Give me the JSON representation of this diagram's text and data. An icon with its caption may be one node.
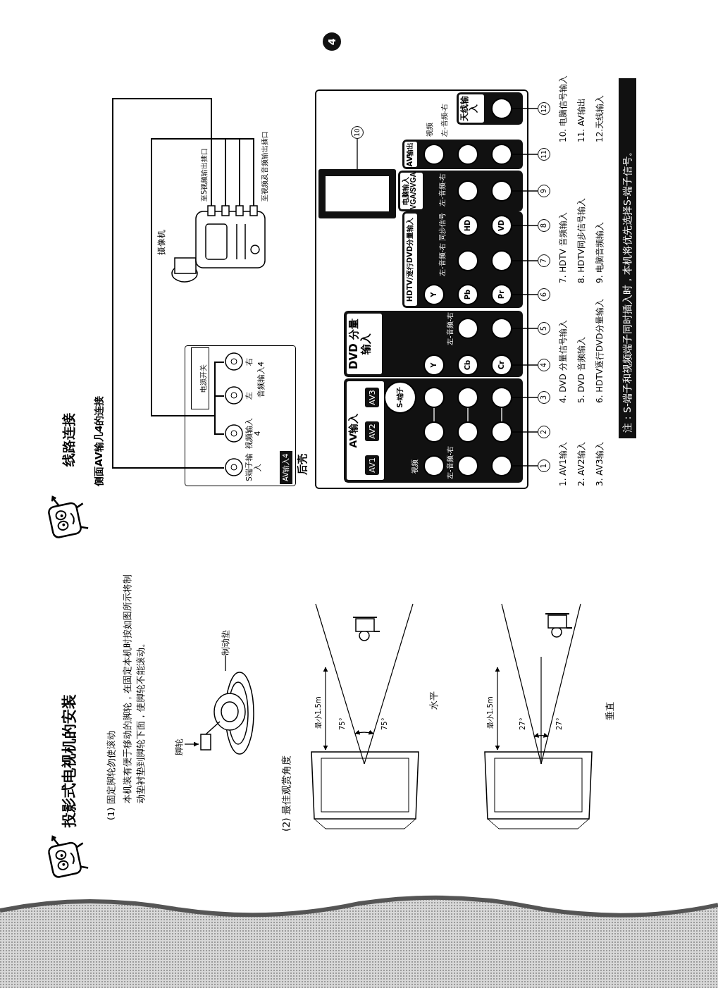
{
  "diagram": {
    "nodes": [
      {
        "text": [],
        "shape": "picture"
      },
      {
        "text": [
          "脚轮"
        ]
      },
      {
        "text": [
          "制动垫"
        ]
      },
      {
        "text": [
          "AV输入4"
        ]
      },
      {
        "text": [
          "S端子输入"
        ],
        "in": 3
      },
      {
        "text": [
          "视频输入4"
        ],
        "in": 3
      },
      {
        "text": [
          "电源开关"
        ],
        "in": 3
      },
      {
        "text": [
          "左"
        ],
        "in": 3
      },
      {
        "text": [
          "右"
        ],
        "in": 3
      },
      {
        "text": [],
        "shape": "picture",
        "beside": [
          "摄像机"
        ]
      },
      {
        "text": [
          "后壳"
        ]
      },
      {
        "text": [
          "AV输入"
        ],
        "in": 10
      },
      {
        "text": [
          "AV1"
        ],
        "in": 11
      },
      {
        "text": [
          "AV2"
        ],
        "in": 11
      },
      {
        "text": [
          "AV3"
        ],
        "in": 11
      },
      {
        "text": [],
        "shape": "circle",
        "in": 11
      },
      {
        "text": [],
        "shape": "circle",
        "in": 11
      },
      {
        "text": [],
        "shape": "circle",
        "in": 11
      },
      {
        "text": [],
        "shape": "circle",
        "in": 11
      },
      {
        "text": [],
        "shape": "circle",
        "in": 11
      },
      {
        "text": [],
        "shape": "circle",
        "in": 11
      },
      {
        "text": [
          "S-端子"
        ],
        "in": 11
      },
      {
        "text": [],
        "shape": "circle",
        "in": 11
      },
      {
        "text": [],
        "shape": "circle",
        "in": 11
      },
      {
        "text": [],
        "shape": "circle",
        "in": 11
      },
      {
        "text": [
          "DVD 分量输入"
        ],
        "in": 10
      },
      {
        "text": [
          "Y"
        ],
        "in": 25
      },
      {
        "text": [
          "Cb"
        ],
        "in": 25
      },
      {
        "text": [
          "Cr"
        ],
        "in": 25
      },
      {
        "text": [],
        "shape": "circle",
        "in": 25
      },
      {
        "text": [],
        "shape": "circle",
        "in": 25
      },
      {
        "text": [
          "HDTV/逐行DVD分量输入"
        ],
        "in": 10
      },
      {
        "text": [
          "Y"
        ],
        "in": 31
      },
      {
        "text": [
          "Pb"
        ],
        "in": 31
      },
      {
        "text": [
          "Pr"
        ],
        "in": 31
      },
      {
        "text": [],
        "shape": "circle",
        "in": 31
      },
      {
        "text": [],
        "shape": "circle",
        "in": 31
      },
      {
        "text": [
          "HD"
        ],
        "in": 31
      },
      {
        "text": [
          "VD"
        ],
        "in": 31
      },
      {
        "text": [
          "电脑输入 VGA/SVGA"
        ],
        "in": 10
      },
      {
        "text": [],
        "shape": "circle",
        "in": 39
      },
      {
        "text": [],
        "shape": "circle",
        "in": 39
      },
      {
        "text": [],
        "shape": "box",
        "in": 10
      },
      {
        "text": [
          "AV输出"
        ],
        "in": 10
      },
      {
        "text": [],
        "shape": "circle",
        "in": 43
      },
      {
        "text": [],
        "shape": "circle",
        "in": 43
      },
      {
        "text": [],
        "shape": "circle",
        "in": 43
      },
      {
        "text": [
          "天线输入"
        ],
        "in": 10
      },
      {
        "text": [],
        "shape": "circle",
        "in": 47
      },
      {
        "text": [
          "1"
        ]
      },
      {
        "text": [
          "2"
        ]
      },
      {
        "text": [
          "3"
        ]
      },
      {
        "text": [
          "4"
        ]
      },
      {
        "text": [
          "5"
        ]
      },
      {
        "text": [
          "6"
        ]
      },
      {
        "text": [
          "7"
        ]
      },
      {
        "text": [
          "8"
        ]
      },
      {
        "text": [
          "9"
        ]
      },
      {
        "text": [
          "10"
        ],
        "in": 10
      },
      {
        "text": [
          "11"
        ]
      },
      {
        "text": [
          "12"
        ]
      }
    ],
    "edges": [
      {
        "from": 1,
        "to": 0,
        "arrow": "to"
      },
      {
        "from": 2,
        "to": 0,
        "arrow": "none"
      },
      {
        "from": 4,
        "to": 9,
        "arrow": "none"
      },
      {
        "from": 5,
        "to": 9,
        "arrow": "none"
      },
      {
        "from": 7,
        "to": 9,
        "arrow": "none"
      },
      {
        "from": 8,
        "to": 9,
        "arrow": "none"
      },
      {
        "from": 18,
        "to": 22,
        "arrow": "none",
        "color": "#ffffff"
      },
      {
        "from": 19,
        "to": 23,
        "arrow": "none",
        "color": "#ffffff"
      },
      {
        "from": 20,
        "to": 24,
        "arrow": "none",
        "color": "#ffffff"
      },
      {
        "from": 49,
        "to": 17,
        "arrow": "none"
      },
      {
        "from": 50,
        "to": 20,
        "arrow": "none"
      },
      {
        "from": 51,
        "to": 24,
        "arrow": "none"
      },
      {
        "from": 52,
        "to": 28,
        "arrow": "none"
      },
      {
        "from": 53,
        "to": 30,
        "arrow": "none"
      },
      {
        "from": 54,
        "to": 34,
        "arrow": "none"
      },
      {
        "from": 55,
        "to": 36,
        "arrow": "none"
      },
      {
        "from": 56,
        "to": 38,
        "arrow": "none"
      },
      {
        "from": 57,
        "to": 41,
        "arrow": "none"
      },
      {
        "from": 58,
        "to": 42,
        "arrow": "none"
      },
      {
        "from": 59,
        "to": 46,
        "arrow": "none"
      },
      {
        "from": 60,
        "to": 48,
        "arrow": "none"
      }
    ],
    "labels": [
      "投影式电视机的安装",
      "(1) 固定脚轮勿使滚动",
      "本机装有便于移动的脚轮，在固定本机时按如图所示将制动垫衬垫到脚轮下面，使脚轮不能滚动。",
      "(2) 最佳观赏角度",
      "最小1.5m",
      "75°",
      "75°",
      "水平",
      "最小1.5m",
      "27°",
      "27°",
      "垂直",
      "线路连接",
      "侧面AV输几4的连接",
      "音频输入4",
      "至S视频输出插口",
      "至视频及音频输出插口",
      "视频",
      "左-音频-右",
      "左-音频-右",
      "同步信号",
      "左-音频-右",
      "左-音频-右",
      "视频",
      "左-音频-右",
      "1. AV1输入",
      "4. DVD 分量信号输入",
      "7. HDTV 音频输入",
      "10. 电脑信号输入",
      "2. AV2输入",
      "5. DVD 音频输入",
      "8. HDTV同步信号输入",
      "11. AV输出",
      "3. AV3输入",
      "6. HDTV逐行DVD分量输入",
      "9. 电脑音频输入",
      "12.天线输入",
      "注：S-端子和视频端子同时插入时，本机将优先选择S-端子信号。",
      "4"
    ]
  }
}
